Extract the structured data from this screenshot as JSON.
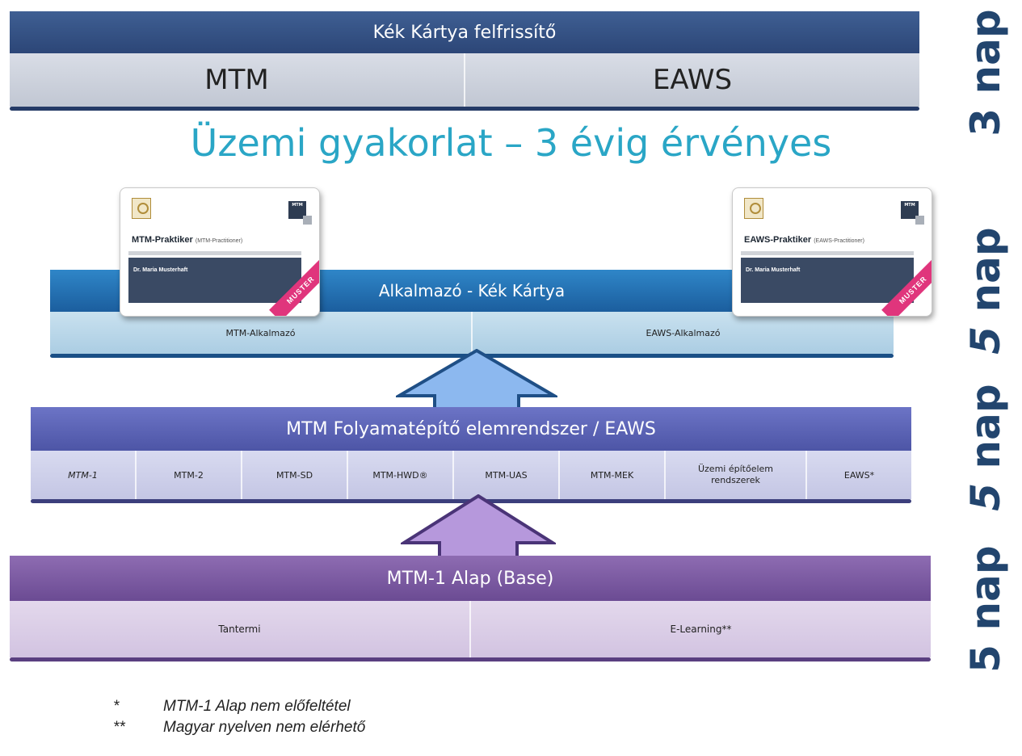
{
  "tiers": {
    "refresher": {
      "title": "Kék Kártya felfrissítő",
      "cells": [
        "MTM",
        "EAWS"
      ],
      "duration_number": "3",
      "duration_unit": "nap"
    },
    "practice_banner": "Üzemi gyakorlat – 3 évig érvényes",
    "applicator": {
      "title": "Alkalmazó - Kék Kártya",
      "cells": [
        "MTM-Alkalmazó",
        "EAWS-Alkalmazó"
      ],
      "duration_number": "5",
      "duration_unit": "nap"
    },
    "process_building": {
      "title": "MTM Folyamatépítő elemrendszer / EAWS",
      "cells": [
        "MTM-1",
        "MTM-2",
        "MTM-SD",
        "MTM-HWD®",
        "MTM-UAS",
        "MTM-MEK",
        "Üzemi építőelem rendszerek",
        "EAWS*"
      ],
      "duration_number": "5",
      "duration_unit": "nap"
    },
    "base": {
      "title": "MTM-1 Alap (Base)",
      "cells": [
        "Tantermi",
        "E-Learning**"
      ],
      "duration_number": "5",
      "duration_unit": "nap"
    }
  },
  "certificates": [
    {
      "title": "MTM-Praktiker",
      "subtitle": "(MTM-Practitioner)",
      "logo_text": "MTM",
      "holder": "Dr. Maria Musterhaft",
      "stamp": "MUSTER"
    },
    {
      "title": "EAWS-Praktiker",
      "subtitle": "(EAWS-Practitioner)",
      "logo_text": "MTM",
      "holder": "Dr. Maria Musterhaft",
      "stamp": "MUSTER"
    }
  ],
  "footnotes": [
    {
      "marker": "*",
      "text": "MTM-1 Alap nem előfeltétel"
    },
    {
      "marker": "**",
      "text": "Magyar nyelven nem elérhető"
    }
  ],
  "colors": {
    "refresher_title": "#2e4a7c",
    "applicator_title": "#1f6fb2",
    "process_title": "#5a62b8",
    "base_title": "#7d5aa2",
    "duration_text": "#22456e",
    "banner_text": "#2aa6c6",
    "arrow_blue": "#8cb8ef",
    "arrow_purple": "#b698dc"
  }
}
